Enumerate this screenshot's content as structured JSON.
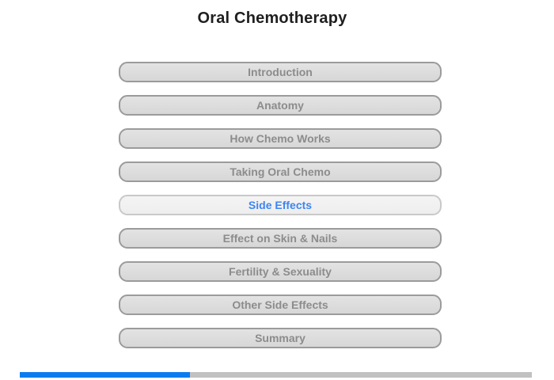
{
  "page": {
    "title": "Oral Chemotherapy"
  },
  "nav": {
    "items": [
      {
        "label": "Introduction",
        "active": false
      },
      {
        "label": "Anatomy",
        "active": false
      },
      {
        "label": "How Chemo Works",
        "active": false
      },
      {
        "label": "Taking Oral Chemo",
        "active": false
      },
      {
        "label": "Side Effects",
        "active": true
      },
      {
        "label": "Effect on Skin & Nails",
        "active": false
      },
      {
        "label": "Fertility & Sexuality",
        "active": false
      },
      {
        "label": "Other Side Effects",
        "active": false
      },
      {
        "label": "Summary",
        "active": false
      }
    ]
  },
  "progress": {
    "percent": 33.2,
    "fill_color": "#0b7cf0",
    "track_color": "#c1c1c1"
  },
  "colors": {
    "active_text": "#3d85f2",
    "button_text": "#8c8c8c",
    "button_border": "#9b9b9b",
    "title_text": "#1f1f1f"
  }
}
